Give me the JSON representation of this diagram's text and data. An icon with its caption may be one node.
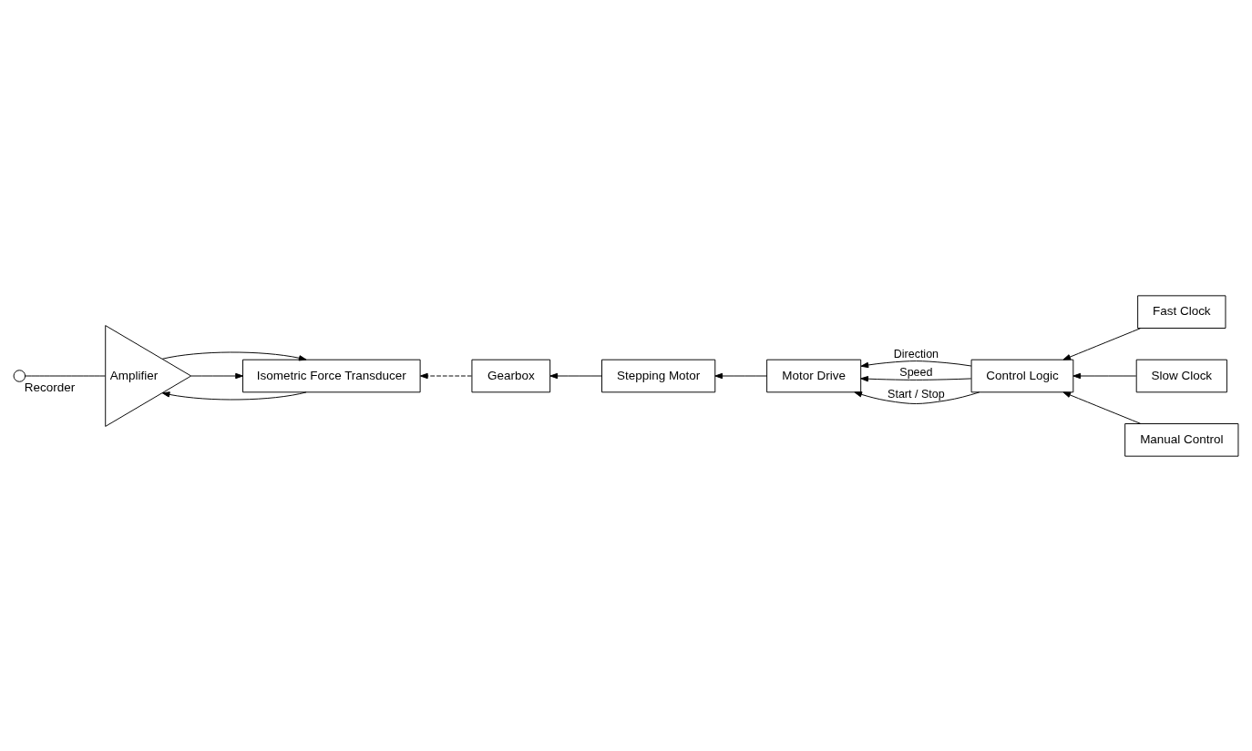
{
  "diagram": {
    "nodes": [
      {
        "text": [
          "Isometric Force Transducer"
        ]
      },
      {
        "text": [
          "Amplifier"
        ]
      },
      {
        "text": [],
        "shape": "circle",
        "beside": [
          "Recorder"
        ]
      },
      {
        "text": [
          "Gearbox"
        ]
      },
      {
        "text": [
          "Stepping Motor"
        ]
      },
      {
        "text": [
          "Motor Drive"
        ]
      },
      {
        "text": [
          "Control Logic"
        ]
      },
      {
        "text": [
          "Fast Clock"
        ]
      },
      {
        "text": [
          "Slow Clock"
        ]
      },
      {
        "text": [
          "Manual Control"
        ]
      }
    ],
    "edges": [
      {
        "from": 0,
        "to": 1,
        "arrow": "to"
      },
      {
        "from": 1,
        "to": 0,
        "arrow": "to"
      },
      {
        "from": 1,
        "to": 0,
        "arrow": "to"
      },
      {
        "from": 1,
        "to": 2,
        "arrow": "none"
      },
      {
        "from": 3,
        "to": 0,
        "arrow": "to",
        "style": "dashed"
      },
      {
        "from": 4,
        "to": 3,
        "arrow": "to"
      },
      {
        "from": 5,
        "to": 4,
        "arrow": "to"
      },
      {
        "from": 6,
        "to": 5,
        "arrow": "to",
        "label": "Direction"
      },
      {
        "from": 6,
        "to": 5,
        "arrow": "to",
        "label": "Speed"
      },
      {
        "from": 6,
        "to": 5,
        "arrow": "to",
        "label": "Start / Stop"
      },
      {
        "from": 7,
        "to": 6,
        "arrow": "to"
      },
      {
        "from": 8,
        "to": 6,
        "arrow": "to"
      },
      {
        "from": 9,
        "to": 6,
        "arrow": "to"
      }
    ]
  }
}
